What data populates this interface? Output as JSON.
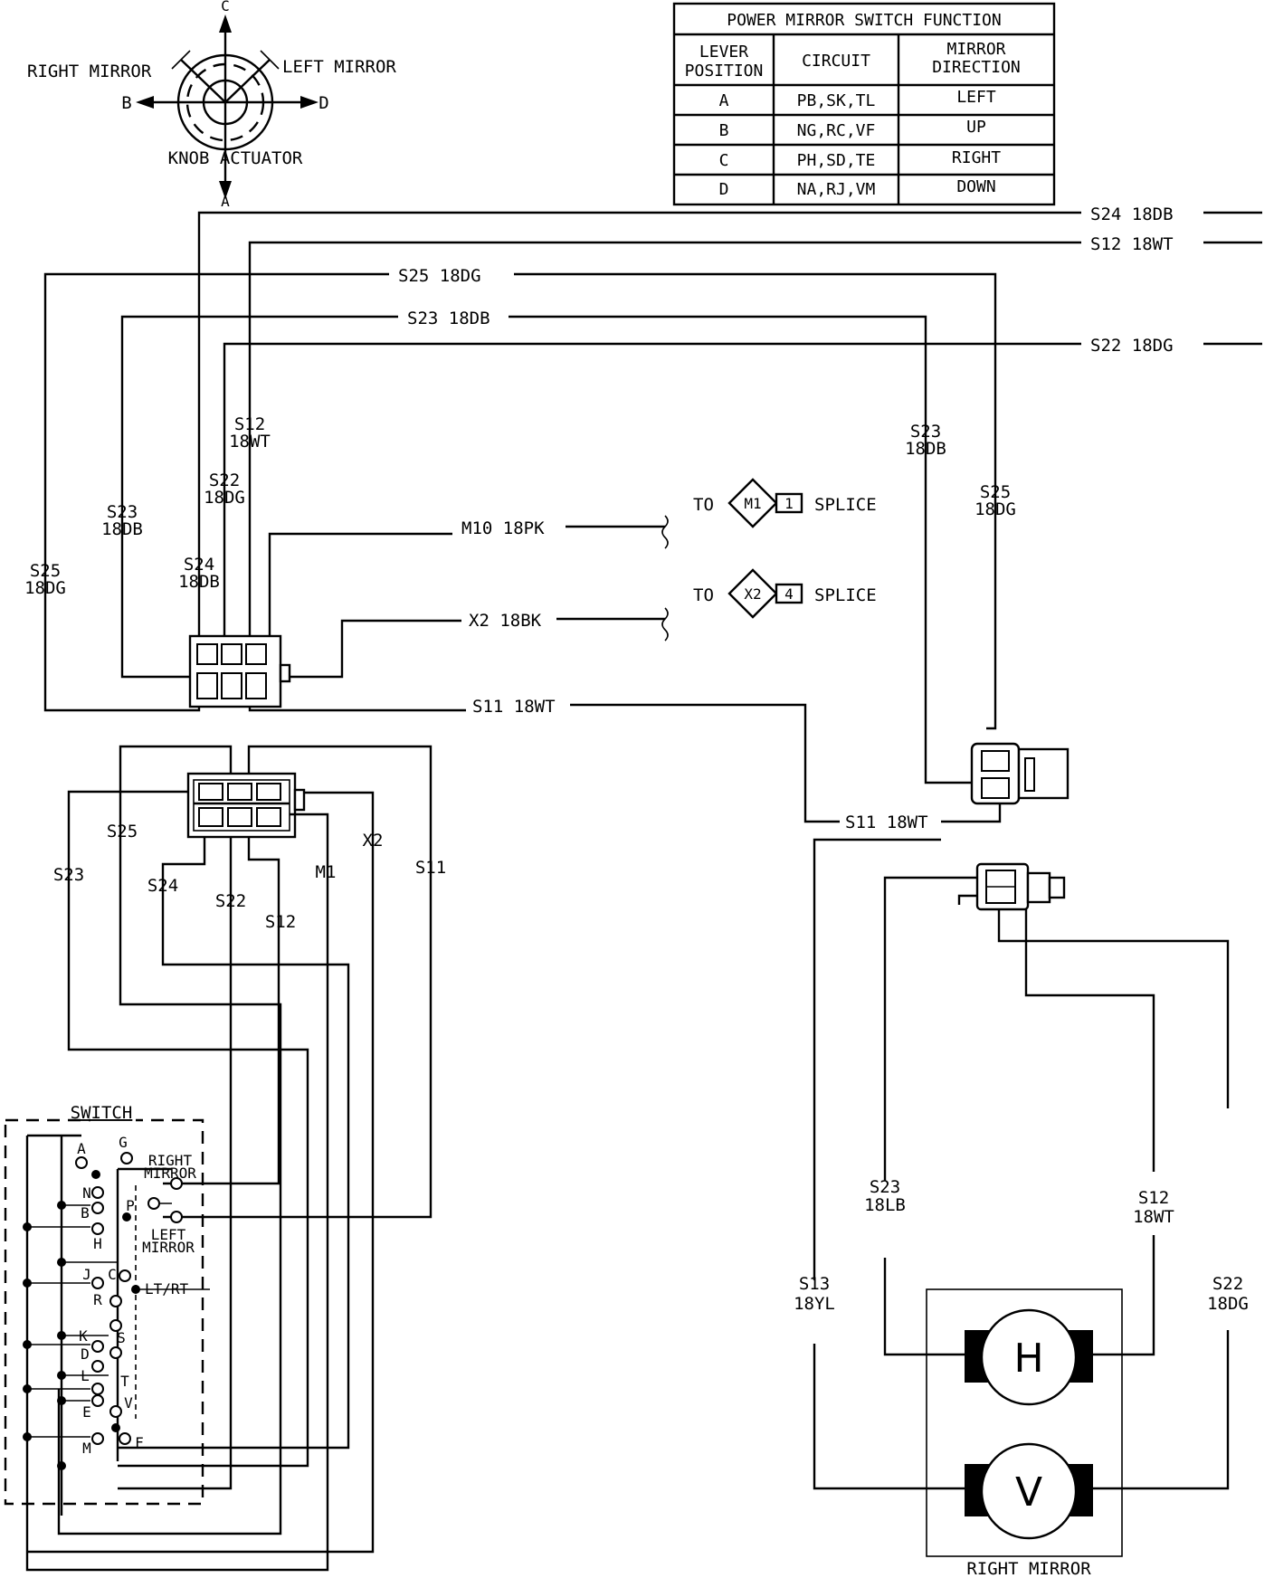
{
  "table": {
    "title": "POWER MIRROR SWITCH FUNCTION",
    "headers": {
      "lever_1": "LEVER",
      "lever_2": "POSITION",
      "circuit": "CIRCUIT",
      "dir_1": "MIRROR",
      "dir_2": "DIRECTION"
    },
    "rows": [
      {
        "pos": "A",
        "circuit": "PB,SK,TL",
        "dir": "LEFT"
      },
      {
        "pos": "B",
        "circuit": "NG,RC,VF",
        "dir": "UP"
      },
      {
        "pos": "C",
        "circuit": "PH,SD,TE",
        "dir": "RIGHT"
      },
      {
        "pos": "D",
        "circuit": "NA,RJ,VM",
        "dir": "DOWN"
      }
    ]
  },
  "knob": {
    "c": "C",
    "a": "A",
    "b": "B",
    "d": "D",
    "right_mirror": "RIGHT MIRROR",
    "left_mirror": "LEFT MIRROR",
    "actuator": "KNOB ACTUATOR"
  },
  "wires": {
    "s24": "S24 18DB",
    "s12": "S12 18WT",
    "s25": "S25 18DG",
    "s23": "S23 18DB",
    "s22": "S22 18DG",
    "m10": "M10 18PK",
    "x2": "X2 18BK",
    "s11": "S11 18WT",
    "s11b": "S11 18WT"
  },
  "vlabels": {
    "s12_a": "S12",
    "s12_b": "18WT",
    "s22_a": "S22",
    "s22_b": "18DG",
    "s23_a": "S23",
    "s23_b": "18DB",
    "s24_a": "S24",
    "s24_b": "18DB",
    "s25_a": "S25",
    "s25_b": "18DG",
    "r23_a": "S23",
    "r23_b": "18DB",
    "r25_a": "S25",
    "r25_b": "18DG"
  },
  "splices": {
    "to1": "TO",
    "m1": "M1",
    "n1": "1",
    "sp1": "SPLICE",
    "to2": "TO",
    "x2": "X2",
    "n2": "4",
    "sp2": "SPLICE"
  },
  "lower": {
    "s25": "S25",
    "s23": "S23",
    "s24": "S24",
    "s22": "S22",
    "s12": "S12",
    "m1": "M1",
    "x2": "X2",
    "s11": "S11"
  },
  "mirror": {
    "s23_a": "S23",
    "s23_b": "18LB",
    "s12_a": "S12",
    "s12_b": "18WT",
    "s13_a": "S13",
    "s13_b": "18YL",
    "s22_a": "S22",
    "s22_b": "18DG",
    "h": "H",
    "v": "V",
    "title": "RIGHT MIRROR"
  },
  "switch": {
    "title": "SWITCH",
    "right_1": "RIGHT",
    "right_2": "MIRROR",
    "left_1": "LEFT",
    "left_2": "MIRROR",
    "ltrt": "LT/RT",
    "A": "A",
    "G": "G",
    "N": "N",
    "B": "B",
    "P": "P",
    "H": "H",
    "J": "J",
    "C": "C",
    "R": "R",
    "K": "K",
    "S": "S",
    "D": "D",
    "L": "L",
    "T": "T",
    "E": "E",
    "V": "V",
    "M": "M",
    "F": "F"
  }
}
